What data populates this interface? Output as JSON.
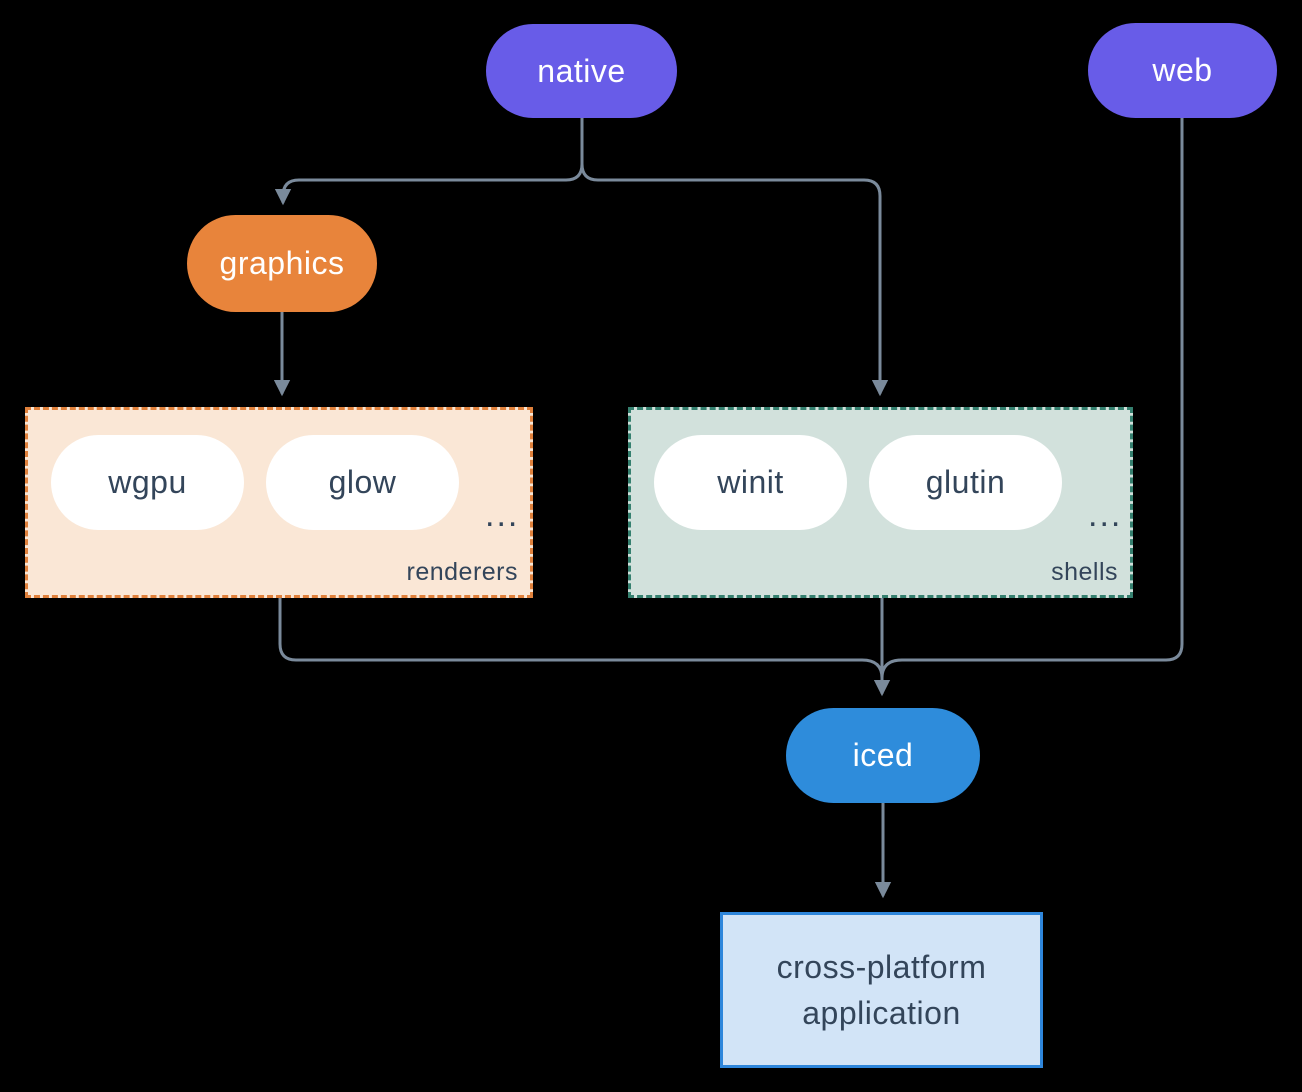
{
  "diagram": {
    "nodes": {
      "native": {
        "label": "native"
      },
      "web": {
        "label": "web"
      },
      "graphics": {
        "label": "graphics"
      },
      "iced": {
        "label": "iced"
      },
      "application": {
        "label": "cross-platform application"
      }
    },
    "groups": {
      "renderers": {
        "label": "renderers",
        "items": [
          "wgpu",
          "glow"
        ],
        "more": "..."
      },
      "shells": {
        "label": "shells",
        "items": [
          "winit",
          "glutin"
        ],
        "more": "..."
      }
    },
    "theme": {
      "background": "#000000",
      "purple": "#685CE8",
      "orange": "#E8843B",
      "blue": "#2E8CDB",
      "peach_bg": "#FAE7D6",
      "peach_border": "#E0813C",
      "teal_bg": "#D2E1DC",
      "teal_border": "#35806F",
      "app_bg": "#D2E4F7",
      "app_border": "#2E86DB",
      "line": "#7A8A9B",
      "text_dark": "#33455A",
      "text_light": "#FFFFFF"
    }
  }
}
